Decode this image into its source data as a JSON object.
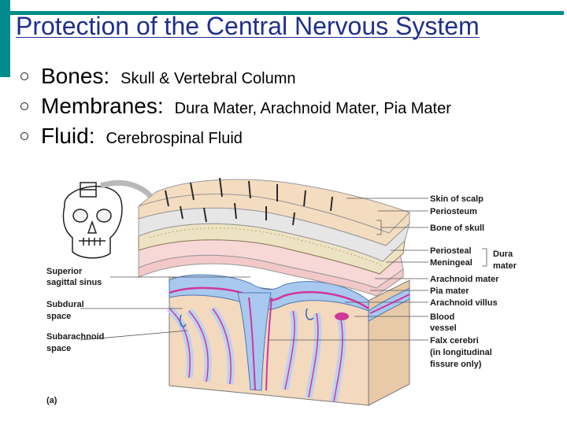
{
  "slide": {
    "title": "Protection of the Central Nervous System",
    "bullets": [
      {
        "term": "Bones:",
        "description": "Skull & Vertebral Column"
      },
      {
        "term": "Membranes:",
        "description": "Dura Mater, Arachnoid Mater, Pia Mater"
      },
      {
        "term": "Fluid:",
        "description": "Cerebrospinal Fluid"
      }
    ]
  },
  "figure": {
    "panel_label": "(a)",
    "right_labels": {
      "skin_of_scalp": "Skin of scalp",
      "periosteum": "Periosteum",
      "bone_of_skull": "Bone of skull",
      "periosteal": "Periosteal",
      "meningeal": "Meningeal",
      "dura_line1": "Dura",
      "dura_line2": "mater",
      "arachnoid_mater": "Arachnoid mater",
      "pia_mater": "Pia mater",
      "arachnoid_villus": "Arachnoid villus",
      "blood_line1": "Blood",
      "blood_line2": "vessel",
      "falx_line1": "Falx cerebri",
      "falx_line2": "(in longitudinal",
      "falx_line3": "fissure only)"
    },
    "left_labels": {
      "superior_line1": "Superior",
      "superior_line2": "sagittal sinus",
      "subdural_line1": "Subdural",
      "subdural_line2": "space",
      "subarachnoid_line1": "Subarachnoid",
      "subarachnoid_line2": "space"
    }
  },
  "colors": {
    "accent": "#008c8c",
    "title": "#1f2f8f",
    "scalp": "#f4dcc0",
    "bone": "#ede3c4",
    "dura": "#f2c8c8",
    "pia": "#d0379a",
    "csf": "#a8c8f0",
    "brain": "#f3d9bd"
  }
}
